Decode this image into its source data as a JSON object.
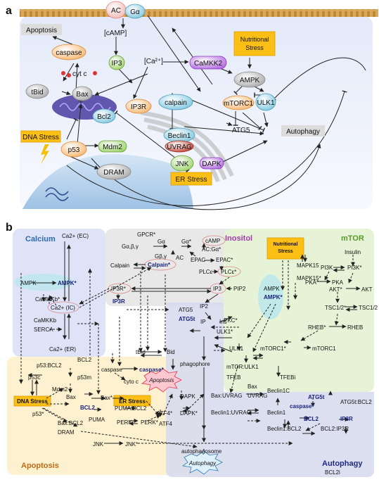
{
  "panel_a": {
    "label": "a",
    "nodes": {
      "ac": "AC",
      "galpha": "Gα",
      "camp": "[cAMP]",
      "ip3": "IP3",
      "ca": "[Ca²⁺]",
      "camkk2": "CaMKK2",
      "nutritional_stress": "Nutritional Stress",
      "apoptosis": "Apoptosis",
      "caspase": "caspase",
      "cytc": "cyt c",
      "tbid": "tBid",
      "bax": "Bax",
      "bcl2": "Bcl2",
      "ip3r": "IP3R",
      "calpain": "calpain",
      "ampk": "AMPK",
      "mtorc1": "mTORC1",
      "ulk1": "ULK1",
      "atg5": "ATG5",
      "beclin1": "Beclin1",
      "uvrag": "UVRAG",
      "autophagy": "Autophagy",
      "dna_stress": "DNA Stress",
      "p53": "p53",
      "mdm2": "Mdm2",
      "dram": "DRAM",
      "jnk": "JNK",
      "dapk": "DAPK",
      "er_stress": "ER Stress"
    }
  },
  "panel_b": {
    "label": "b",
    "regions": {
      "calcium": "Calcium",
      "inositol": "Inositol",
      "mtor": "mTOR",
      "apoptosis": "Apoptosis",
      "autophagy": "Autophagy"
    },
    "stress_boxes": {
      "nutritional": "Nutritional Stress",
      "dna": "DNA Stress",
      "er": "ER Stress"
    },
    "labels": {
      "ca2ec": "Ca2+ (EC)",
      "ampk_c": "AMPK",
      "ampk_cs": "AMPK*",
      "camkkb_s": "CaMKKb*",
      "camkkb": "CaMKKb",
      "ca2ic": "Ca2+ (IC)",
      "serca": "SERCA",
      "ca2er": "Ca2+ (ER)",
      "calpain": "Calpain",
      "calpain_s": "Calpain*",
      "gpcr": "GPCR*",
      "gabg": "Gα,β,γ",
      "gbg": "Gβ,γ",
      "ga": "Gα",
      "ga_s": "Gα*",
      "camp": "cAMP",
      "acga": "AC:Gα*",
      "ac": "AC",
      "epac": "EPAC",
      "epac_s": "EPAC*",
      "plce": "PLCε",
      "plce_s": "PLCε*",
      "ip3r_s": "IP3R*",
      "ip3r": "IP3R",
      "ip3": "IP3",
      "pip2": "PIP2",
      "ip2": "IP2",
      "ip": "IP",
      "ins": "Ins",
      "mapk15": "MAPK15",
      "mapk15_s": "MAPK15*",
      "insulin": "Insulin",
      "pi3k": "PI3K",
      "pi3k_s": "PI3K*",
      "ampk_m": "AMPK",
      "ampk_ms": "AMPK*",
      "pka_s": "PKA*",
      "pka": "PKA",
      "akt_s": "AKT*",
      "akt": "AKT",
      "tsc_s": "TSC1/2*",
      "tsc": "TSC1/2",
      "rheb_s": "RHEB*",
      "rheb": "RHEB",
      "atg5": "ATG5",
      "atg5t": "ATG5t",
      "pkc": "PKC*",
      "ulk1_s": "ULK1*",
      "ulk1": "ULK1",
      "mtorc1_s": "mTORC1*",
      "mtorc1": "mTORC1",
      "mtorulk1": "mTOR:ULK1",
      "tfeb": "TFEB",
      "tfebi": "TFEBi",
      "tbid": "tBid",
      "bid": "Bid",
      "caspase": "caspase",
      "caspase_s": "caspase*",
      "cytoc": "cyto c",
      "apoptosis_burst": "Apoptosis",
      "phagophore": "phagophore",
      "p53bcl2": "p53:BCL2",
      "bcl2_a": "BCL2",
      "p53m": "p53m",
      "p53c": "p53c",
      "mdm2": "Mdm2",
      "bax": "Bax",
      "bax_s": "Bax*",
      "bcl2_b": "BCL2",
      "puma": "PUMA",
      "pumabcl2": "PUMA:BCL2",
      "baxbcl2": "Bax:BCL2",
      "p53s": "p53*",
      "atf4_s": "ATF4*",
      "atf4": "ATF4",
      "perk": "PERK",
      "perk_s": "PERK*",
      "dram": "DRAM",
      "jnk": "JNK",
      "jnk_s": "JNK*",
      "dapk": "DAPK",
      "dapk_s": "DAPK*",
      "baxuvrag": "Bax:UVRAG",
      "bax2": "Bax",
      "uvrag": "UVRAG",
      "beclin1c": "Beclin1C",
      "beclin1uvrag": "Beclin1:UVRAG",
      "beclin1": "Beclin1",
      "atg5t2": "ATG5t",
      "caspase_s2": "caspase*",
      "bcl2_c": "BCL2",
      "ip3r_c": "IP3R",
      "atg5tbcl2": "ATG5t:BCL2",
      "beclin1bcl2": "Beclin1:BCL2",
      "bcl2ip3r": "BCL2:IP3R",
      "autophagosome": "autophagosome",
      "autophagy_burst": "Autophagy",
      "bcl2i": "BCL2i"
    }
  }
}
